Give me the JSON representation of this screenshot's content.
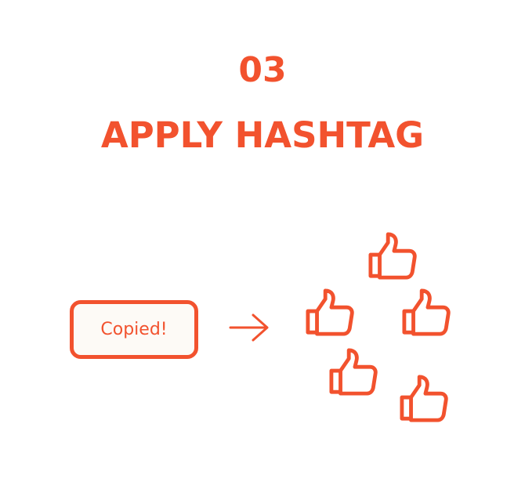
{
  "step": {
    "number": "03",
    "title": "APPLY HASHTAG"
  },
  "button": {
    "label": "Copied!"
  },
  "icons": {
    "arrow": "arrow-right-icon",
    "likes": [
      "thumbs-up-icon",
      "thumbs-up-icon",
      "thumbs-up-icon",
      "thumbs-up-icon",
      "thumbs-up-icon"
    ]
  },
  "colors": {
    "accent": "#f2522e",
    "button_background": "#fdfaf6",
    "background": "#ffffff"
  }
}
